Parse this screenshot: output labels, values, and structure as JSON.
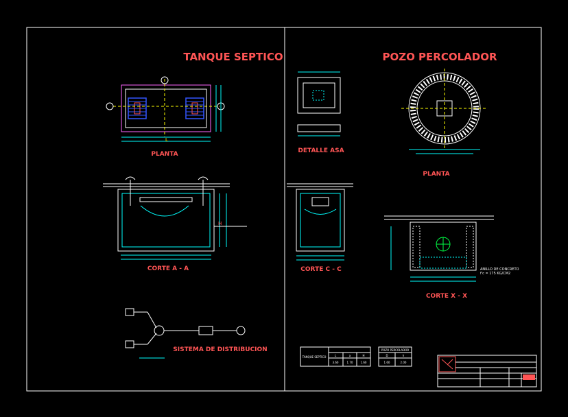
{
  "sheet": {
    "left_title": "TANQUE SEPTICO",
    "right_title": "POZO PERCOLADOR"
  },
  "tanque": {
    "planta": "PLANTA",
    "corte_aa": "CORTE A - A",
    "sistema": "SISTEMA DE DISTRIBUCION",
    "letter_l": "L",
    "letter_h": "H"
  },
  "detalle": {
    "corte_cc": "CORTE C - C",
    "detalle_asa": "DETALLE ASA"
  },
  "pozo": {
    "planta": "PLANTA",
    "corte_xx": "CORTE X - X",
    "anillo_1": "ANILLO DE CONCRETO",
    "anillo_2": "f'c = 175 KG/CM2"
  },
  "tables": {
    "tanque_label": "TANQUE SEPTICO",
    "tanque_cols": [
      "L",
      "a",
      "H"
    ],
    "tanque_vals": [
      "3.60",
      "1.70",
      "1.60"
    ],
    "pozo_label": "POZO PERCOLADOR",
    "pozo_cols": [
      "D",
      "h"
    ],
    "pozo_vals": [
      "1.60",
      "2.00"
    ]
  },
  "colors": {
    "frame": "#ff66ff",
    "title": "#ff5555",
    "line": "#ffffff",
    "cyan": "#00ffff",
    "blue": "#3355ff",
    "green": "#00ff44",
    "yellow": "#ffff00"
  }
}
